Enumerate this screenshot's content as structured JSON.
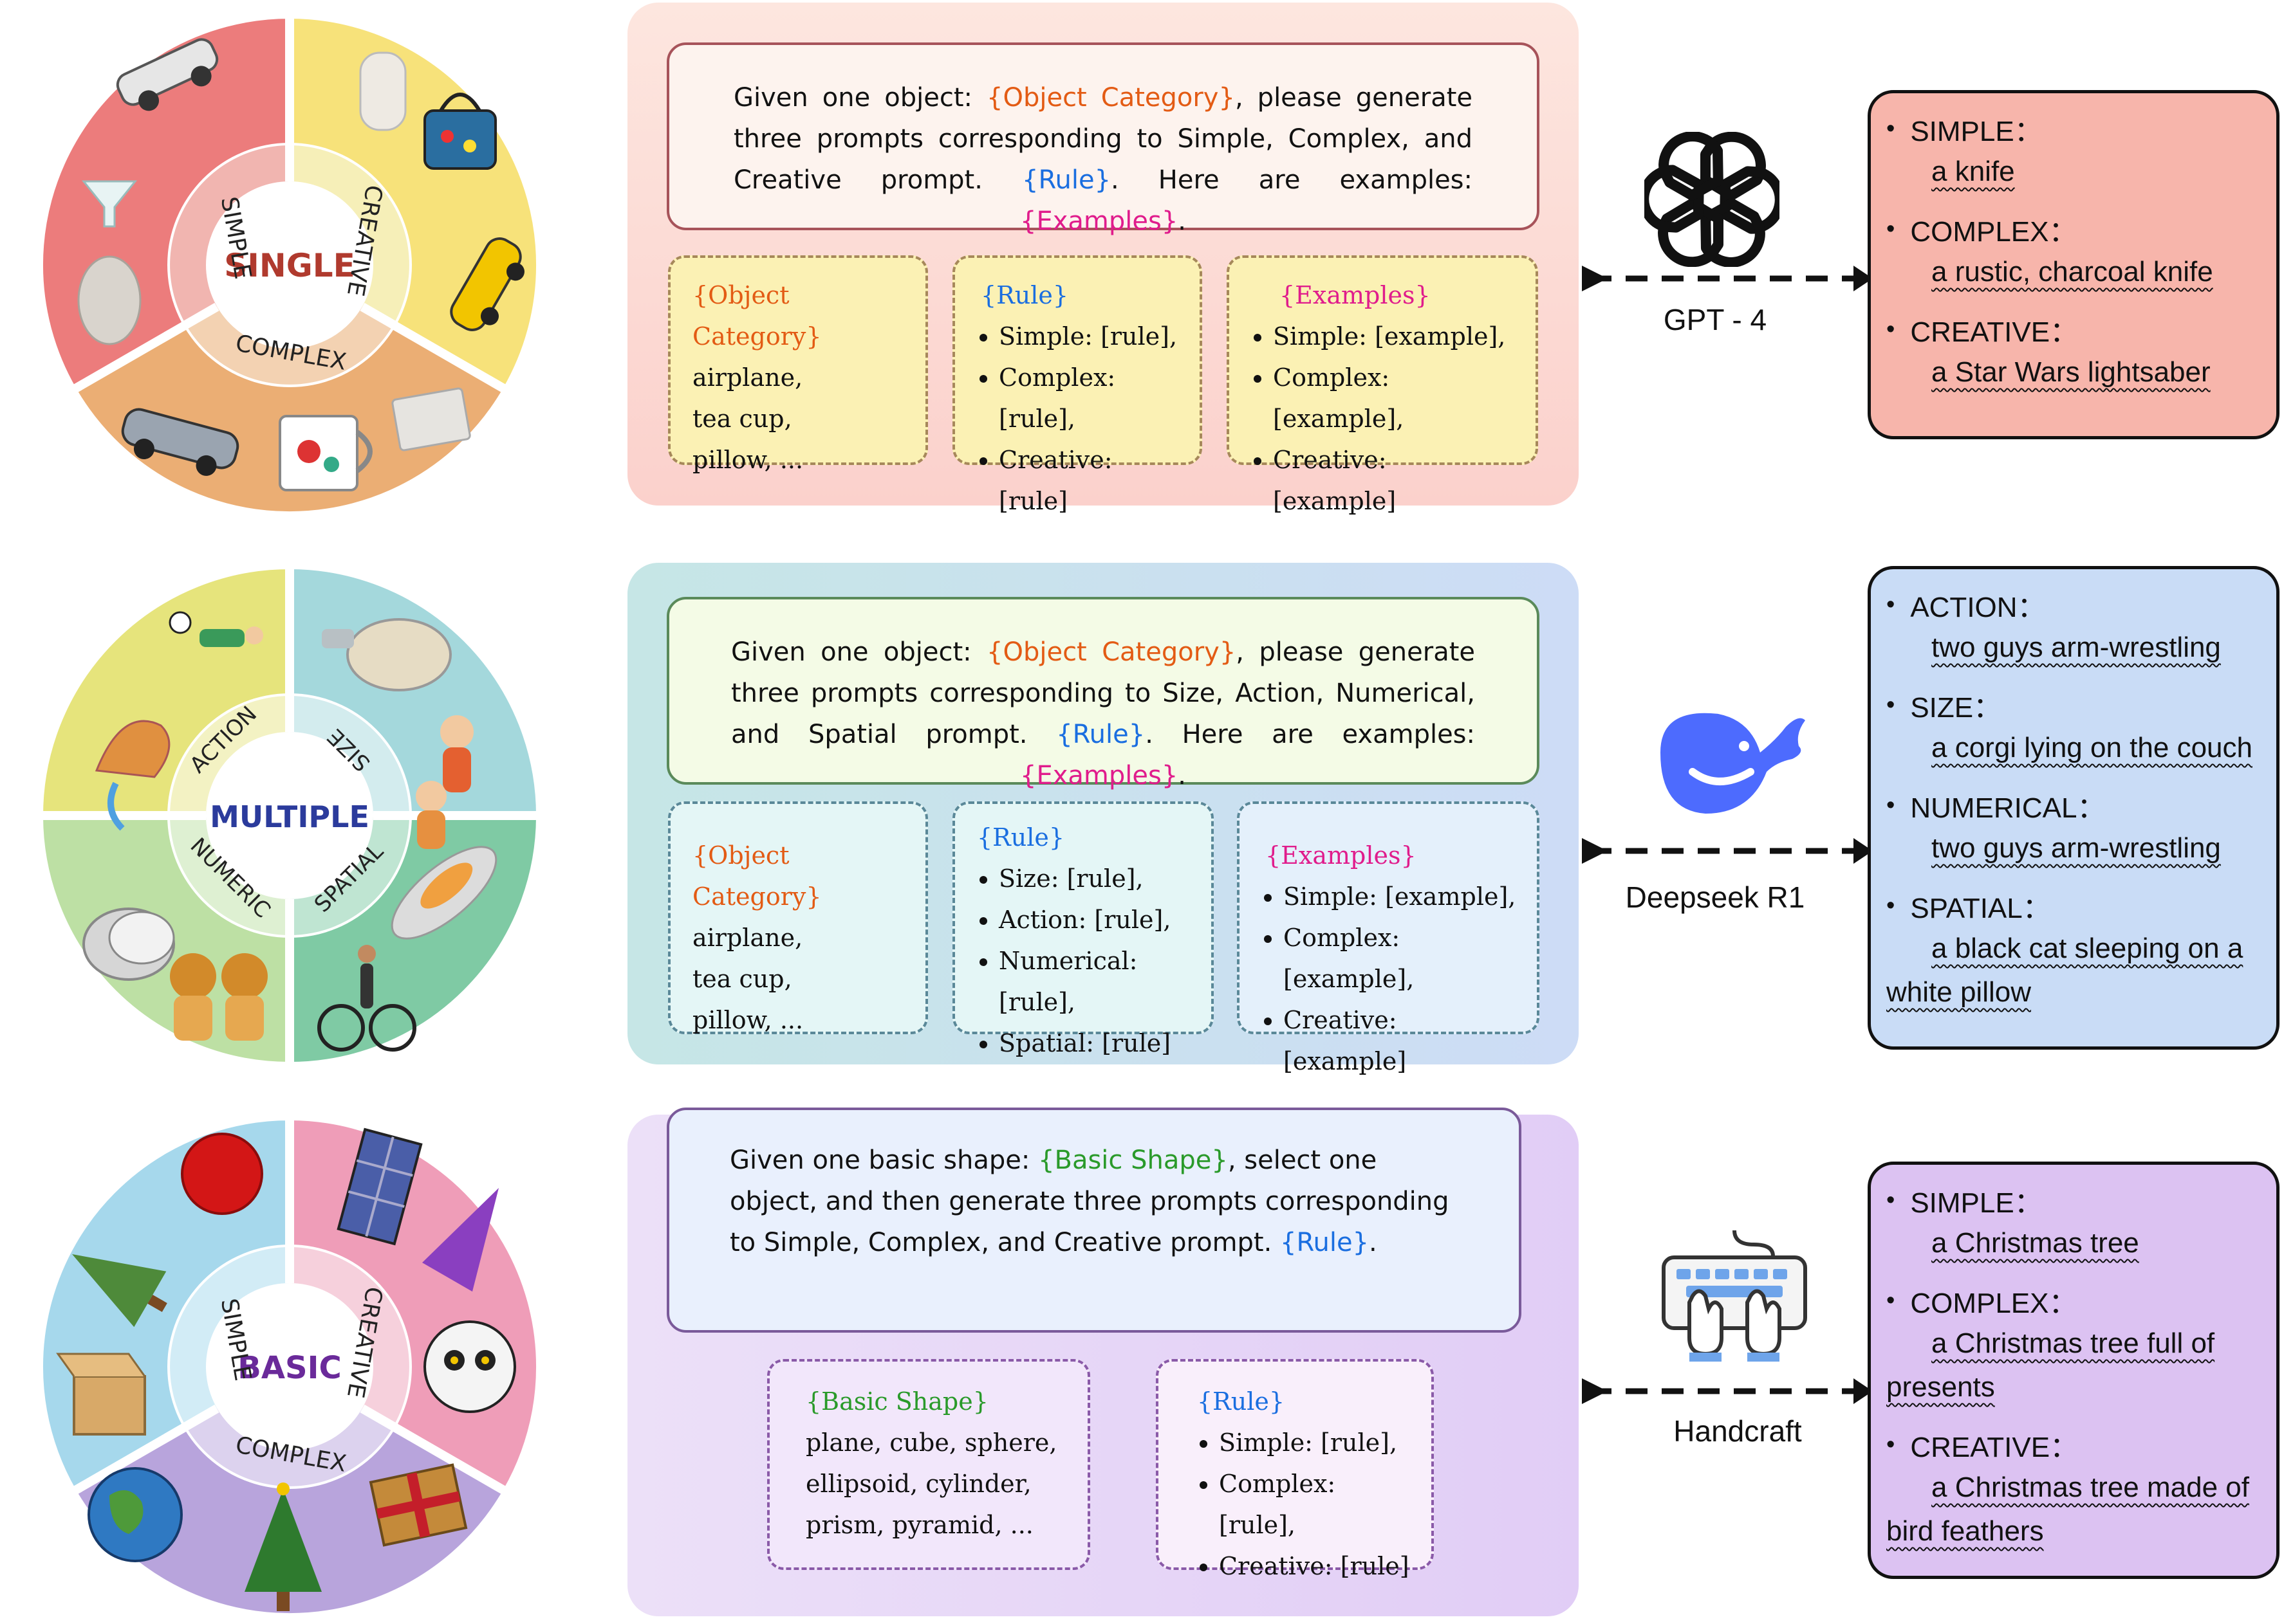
{
  "wheels": {
    "single": {
      "center": "SINGLE",
      "center_color": "#b03a2e",
      "segments": [
        "SIMPLE",
        "CREATIVE",
        "COMPLEX"
      ],
      "colors": {
        "simple": "#ec7c7c",
        "creative": "#f7e27a",
        "complex": "#ebae74"
      }
    },
    "multiple": {
      "center": "MULTIPLE",
      "center_color": "#2b3b9c",
      "segments": [
        "ACTION",
        "SIZE",
        "NUMERIC",
        "SPATIAL"
      ],
      "colors": {
        "action": "#e6e47c",
        "size": "#a4d8dc",
        "numeric": "#bde0a4",
        "spatial": "#7fcaa4"
      }
    },
    "basic": {
      "center": "BASIC",
      "center_color": "#6a2a9a",
      "segments": [
        "SIMPLE",
        "CREATIVE",
        "COMPLEX"
      ],
      "colors": {
        "simple": "#a6d8ec",
        "creative": "#ef9db8",
        "complex": "#b8a4dc"
      }
    }
  },
  "single_panel": {
    "prompt": {
      "p1": "Given one object: ",
      "obj": "{Object Category}",
      "p2": ", please generate three prompts corresponding to Simple, Complex, and Creative prompt. ",
      "rule": "{Rule}",
      "p3": ". Here are examples: ",
      "ex": "{Examples}",
      "p4": "."
    },
    "boxes": [
      {
        "title": "{Object Category}",
        "lines": [
          "airplane,",
          "tea cup,",
          "pillow, ..."
        ]
      },
      {
        "title": "{Rule}",
        "items": [
          "Simple: [rule],",
          "Complex: [rule],",
          "Creative: [rule]"
        ]
      },
      {
        "title": "{Examples}",
        "items": [
          "Simple: [example],",
          "Complex: [example],",
          "Creative: [example]"
        ]
      }
    ],
    "model": "GPT - 4"
  },
  "multi_panel": {
    "prompt": {
      "p1": "Given one object: ",
      "obj": "{Object Category}",
      "p2": ", please generate three prompts corresponding to Size, Action, Numerical, and Spatial prompt. ",
      "rule": "{Rule}",
      "p3": ". Here are examples: ",
      "ex": "{Examples}",
      "p4": "."
    },
    "boxes": [
      {
        "title": "{Object Category}",
        "lines": [
          "airplane,",
          "tea cup,",
          "pillow, ..."
        ]
      },
      {
        "title": "{Rule}",
        "items": [
          "Size: [rule],",
          "Action: [rule],",
          "Numerical: [rule],",
          "Spatial: [rule]"
        ]
      },
      {
        "title": "{Examples}",
        "items": [
          "Simple: [example],",
          "Complex: [example],",
          "Creative: [example]"
        ]
      }
    ],
    "model": "Deepseek R1"
  },
  "basic_panel": {
    "prompt": {
      "p1": "Given one basic shape: ",
      "shape": "{Basic Shape}",
      "p2": ", select one object, and then generate three prompts corresponding to Simple, Complex, and Creative prompt. ",
      "rule": "{Rule}",
      "p3": "."
    },
    "boxes": [
      {
        "title": "{Basic Shape}",
        "lines": [
          "plane, cube, sphere,",
          "ellipsoid, cylinder,",
          "prism, pyramid, ..."
        ]
      },
      {
        "title": "{Rule}",
        "items": [
          "Simple: [rule],",
          "Complex: [rule],",
          "Creative: [rule]"
        ]
      }
    ],
    "model": "Handcraft"
  },
  "results": {
    "single": [
      {
        "cat": "SIMPLE：",
        "val": "a knife"
      },
      {
        "cat": "COMPLEX：",
        "val": "a rustic, charcoal knife"
      },
      {
        "cat": "CREATIVE：",
        "val": "a Star Wars lightsaber"
      }
    ],
    "multi": [
      {
        "cat": "ACTION：",
        "val": "two guys arm-wrestling"
      },
      {
        "cat": "SIZE：",
        "val": "a corgi lying on the couch"
      },
      {
        "cat": "NUMERICAL：",
        "val": "two guys arm-wrestling"
      },
      {
        "cat": "SPATIAL：",
        "val": "a black cat sleeping on a white pillow"
      }
    ],
    "basic": [
      {
        "cat": "SIMPLE：",
        "val": "a Christmas tree"
      },
      {
        "cat": "COMPLEX：",
        "val": "a Christmas tree full of presents"
      },
      {
        "cat": "CREATIVE：",
        "val": "a Christmas tree made of bird feathers"
      }
    ]
  },
  "colors": {
    "single_result_bg": "#f7b5ab",
    "multi_result_bg": "#c9dcf6",
    "basic_result_bg": "#dcc2f2"
  }
}
